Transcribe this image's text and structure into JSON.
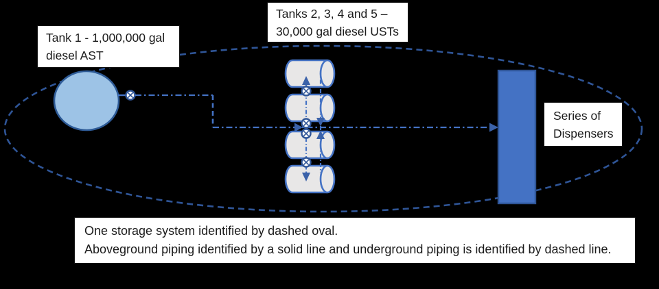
{
  "diagram": {
    "background_color": "#000000",
    "colors": {
      "pipe_blue": "#4472C4",
      "outline_dark_blue": "#2F5597",
      "tank1_fill": "#9DC3E6",
      "ust_cylinder_fill": "#E8E7E7",
      "dispenser_fill": "#4472C4",
      "label_box_bg": "#FFFFFF",
      "label_text": "#1B1B1B"
    },
    "labels": {
      "tank1": {
        "line1": "Tank 1 - 1,000,000 gal",
        "line2": "diesel AST"
      },
      "usts": {
        "line1": "Tanks 2, 3, 4 and 5 –",
        "line2": "30,000 gal diesel USTs"
      },
      "dispensers": {
        "line1": "Series of",
        "line2": "Dispensers"
      }
    },
    "note": {
      "line1": "One storage system identified by dashed oval.",
      "line2": "Aboveground piping identified by a solid line and underground piping is identified by dashed line."
    },
    "icons": {
      "valve_glyph": "⊗",
      "arrow_glyph": "▶"
    }
  }
}
